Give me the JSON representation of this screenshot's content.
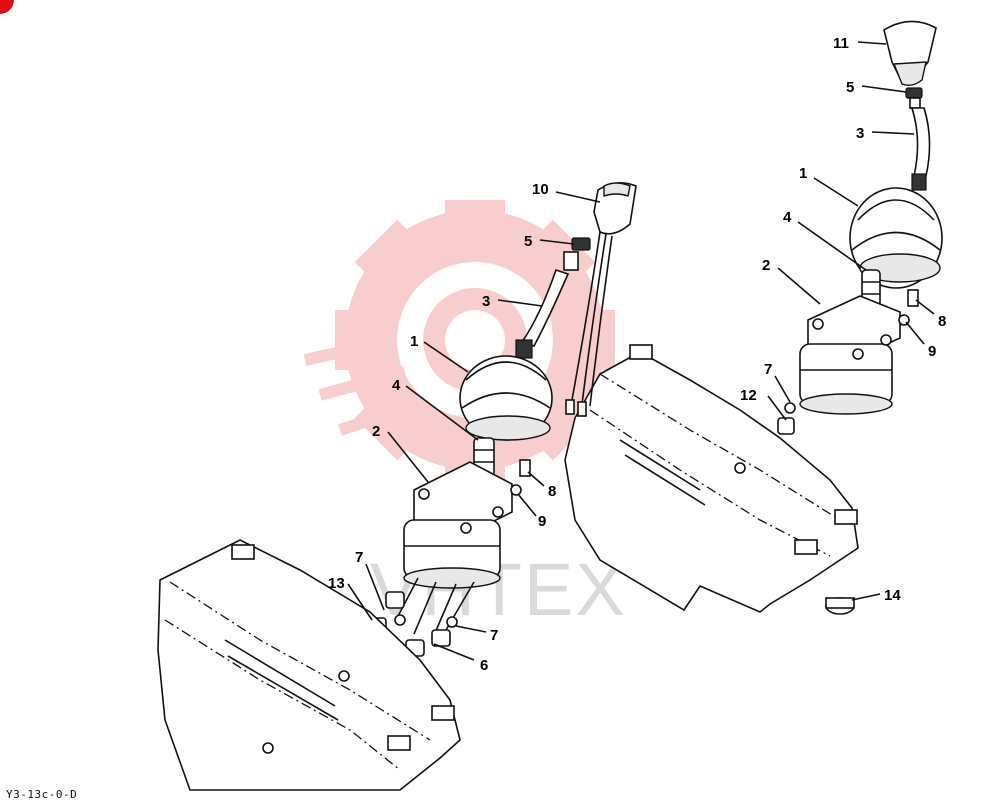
{
  "watermark": {
    "text": "VHTEX",
    "color": "#f4a6a6"
  },
  "diagram_reference": "Y3-13c-0-D",
  "callouts": {
    "right_assembly": {
      "c11": "11",
      "c5": "5",
      "c3": "3",
      "c1": "1",
      "c4": "4",
      "c2": "2",
      "c8": "8",
      "c9": "9",
      "c7": "7",
      "c12": "12",
      "c14": "14"
    },
    "left_assembly": {
      "c10": "10",
      "c5": "5",
      "c3": "3",
      "c1": "1",
      "c4": "4",
      "c2": "2",
      "c8": "8",
      "c9": "9",
      "c7a": "7",
      "c13": "13",
      "c7b": "7",
      "c6": "6"
    }
  }
}
